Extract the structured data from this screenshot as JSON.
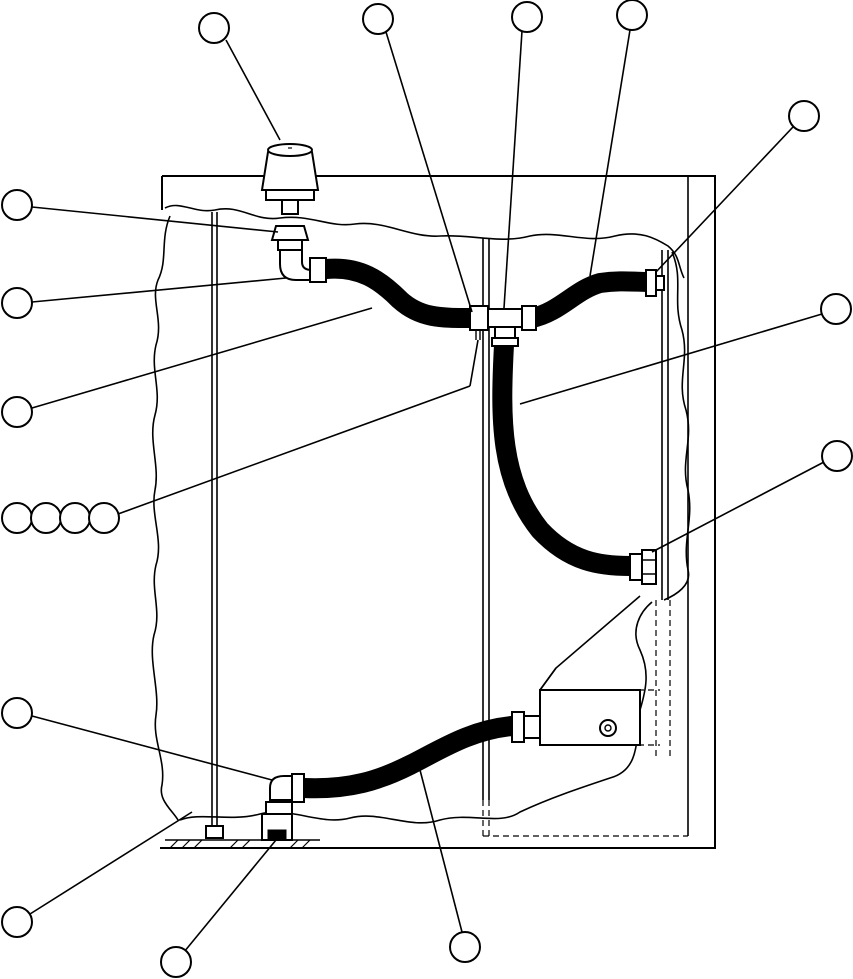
{
  "diagram": {
    "type": "exploded-assembly-illustration",
    "style": "black-and-white line drawing",
    "callouts": [
      {
        "id": "breather"
      },
      {
        "id": "tee-left"
      },
      {
        "id": "tee-center"
      },
      {
        "id": "upper-right-hose"
      },
      {
        "id": "right-fitting-top"
      },
      {
        "id": "adapter"
      },
      {
        "id": "elbow-top"
      },
      {
        "id": "upper-left-hose"
      },
      {
        "id": "tee-hardware-1"
      },
      {
        "id": "tee-hardware-2"
      },
      {
        "id": "tee-hardware-3"
      },
      {
        "id": "tee-hardware-4"
      },
      {
        "id": "vertical-hose"
      },
      {
        "id": "right-fitting-mid"
      },
      {
        "id": "elbow-bottom"
      },
      {
        "id": "tank-floor"
      },
      {
        "id": "drain-fitting"
      },
      {
        "id": "bottom-hose"
      }
    ]
  }
}
